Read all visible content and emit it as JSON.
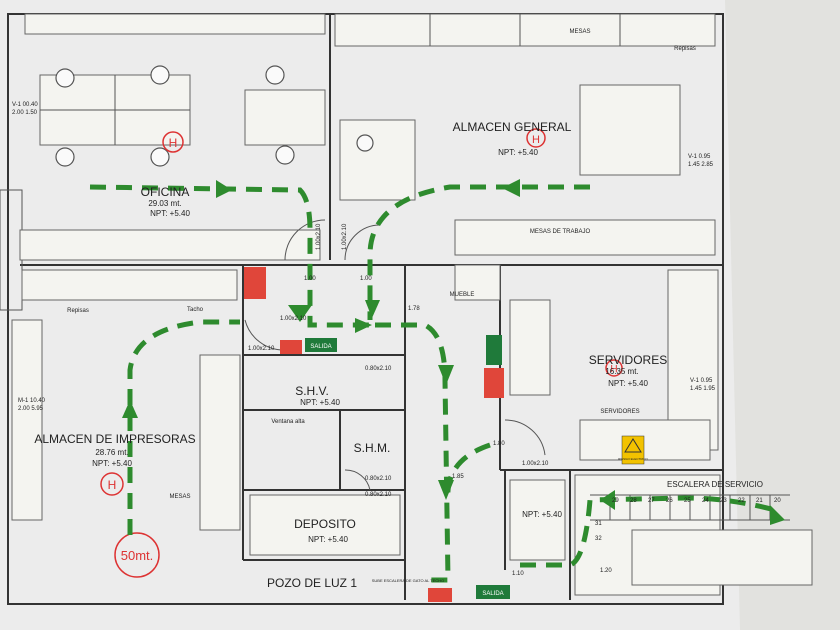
{
  "rooms": {
    "oficina": {
      "name": "OFICINA",
      "area": "29.03 mt.",
      "npt": "NPT: +5.40"
    },
    "almacen_general": {
      "name": "ALMACEN GENERAL",
      "npt": "NPT: +5.40"
    },
    "almacen_impresoras": {
      "name": "ALMACEN DE IMPRESORAS",
      "area": "28.76 mt.",
      "npt": "NPT: +5.40"
    },
    "servidores": {
      "name": "SERVIDORES",
      "area": "16.35 mt.",
      "npt": "NPT: +5.40"
    },
    "shv": {
      "name": "S.H.V.",
      "npt": "NPT: +5.40"
    },
    "shm": {
      "name": "S.H.M."
    },
    "deposito": {
      "name": "DEPOSITO",
      "npt": "NPT: +5.40"
    },
    "pozo_luz": {
      "name": "POZO DE LUZ 1"
    },
    "escalera": {
      "name": "ESCALERA DE SERVICIO"
    },
    "hall": {
      "npt": "NPT: +5.40"
    }
  },
  "furniture": {
    "mesas_top": "MESAS",
    "repisas_right": "Repisas",
    "mesas_trabajo": "MESAS DE TRABAJO",
    "repisas_left": "Repisas",
    "tacho": "Tacho",
    "mueble": "MUEBLE",
    "servidores_label": "SERVIDORES",
    "mesas_left": "MESAS",
    "ventana_alta": "Ventana alta",
    "sube_escalera": "SUBE ESCALERA DE GATO AL TECHO"
  },
  "dims": {
    "v1": "V-1 00.40",
    "v1b": "2.00 1.50",
    "v2": "V-1 0.95",
    "v2b": "1.45 2.85",
    "v3": "V-1 0.95",
    "v3b": "1.45 1.95",
    "v4": "M-1 10.40",
    "v4b": "2.00 5.95",
    "door_100x210_a": "1.00x2.10",
    "door_100x210_b": "1.00x2.10",
    "door_080x210_a": "0.80x2.10",
    "door_080x210_b": "0.80x2.10",
    "door_080x210_c": "0.80x2.10",
    "door_100x210_c": "1.00x2.10",
    "door_100x210_d": "1.00x2.10",
    "door_100x210_e": "1.00x2.10",
    "d100a": "1.00",
    "d100b": "1.00",
    "d178": "1.78",
    "d185": "1.85",
    "d110": "1.10",
    "d120": "1.20",
    "d180": "1.80"
  },
  "stairs": [
    "29",
    "28",
    "27",
    "26",
    "25",
    "24",
    "23",
    "22",
    "21",
    "20",
    "31",
    "32"
  ],
  "signs": {
    "salida_a": "SALIDA",
    "salida_b": "SALIDA",
    "riesgo": "RIESGO ELECTRICO",
    "h_symbol": "H",
    "distance": "50mt."
  },
  "colors": {
    "route": "#2e8b2e",
    "extinguisher": "#e0463a",
    "salida": "#1f7a3a",
    "riesgo": "#f2c200"
  }
}
